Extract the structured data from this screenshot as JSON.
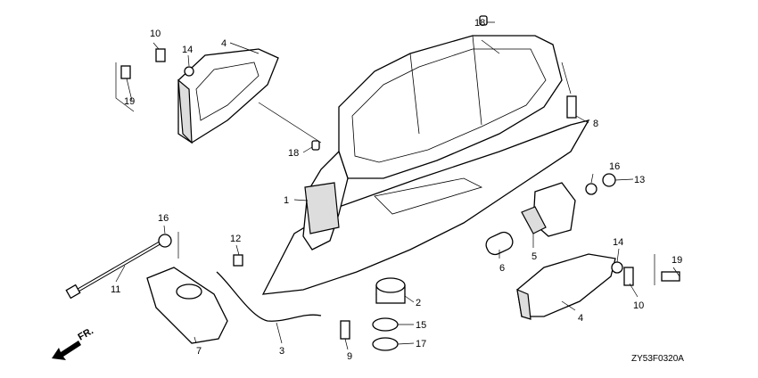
{
  "diagram": {
    "code": "ZY53F0320A",
    "front_indicator": "FR.",
    "callouts": [
      {
        "id": "c18a",
        "text": "18"
      },
      {
        "id": "c10a",
        "text": "10"
      },
      {
        "id": "c14a",
        "text": "14"
      },
      {
        "id": "c4a",
        "text": "4"
      },
      {
        "id": "c19a",
        "text": "19"
      },
      {
        "id": "c8",
        "text": "8"
      },
      {
        "id": "c18b",
        "text": "18"
      },
      {
        "id": "c16a",
        "text": "16"
      },
      {
        "id": "c13",
        "text": "13"
      },
      {
        "id": "c1",
        "text": "1"
      },
      {
        "id": "c16b",
        "text": "16"
      },
      {
        "id": "c12",
        "text": "12"
      },
      {
        "id": "c14b",
        "text": "14"
      },
      {
        "id": "c19b",
        "text": "19"
      },
      {
        "id": "c11",
        "text": "11"
      },
      {
        "id": "c6",
        "text": "6"
      },
      {
        "id": "c5",
        "text": "5"
      },
      {
        "id": "c2",
        "text": "2"
      },
      {
        "id": "c15",
        "text": "15"
      },
      {
        "id": "c17",
        "text": "17"
      },
      {
        "id": "c4b",
        "text": "4"
      },
      {
        "id": "c10b",
        "text": "10"
      },
      {
        "id": "c7",
        "text": "7"
      },
      {
        "id": "c3",
        "text": "3"
      },
      {
        "id": "c9",
        "text": "9"
      }
    ]
  }
}
